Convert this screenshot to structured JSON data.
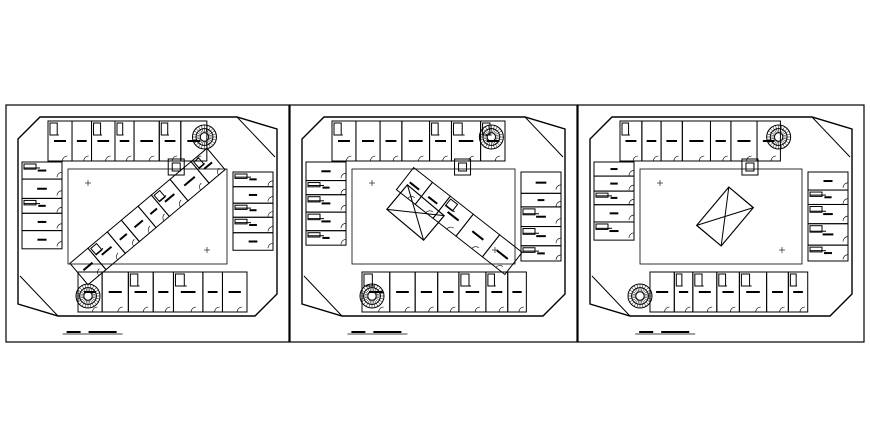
{
  "drawing": {
    "stroke_color": "#000000",
    "background": "#ffffff",
    "sheets": [
      {
        "id": "plan-1",
        "atrium": "open",
        "skylight": false
      },
      {
        "id": "plan-2",
        "atrium": "open",
        "skylight": true
      },
      {
        "id": "plan-3",
        "atrium": "open",
        "skylight": true
      }
    ]
  }
}
